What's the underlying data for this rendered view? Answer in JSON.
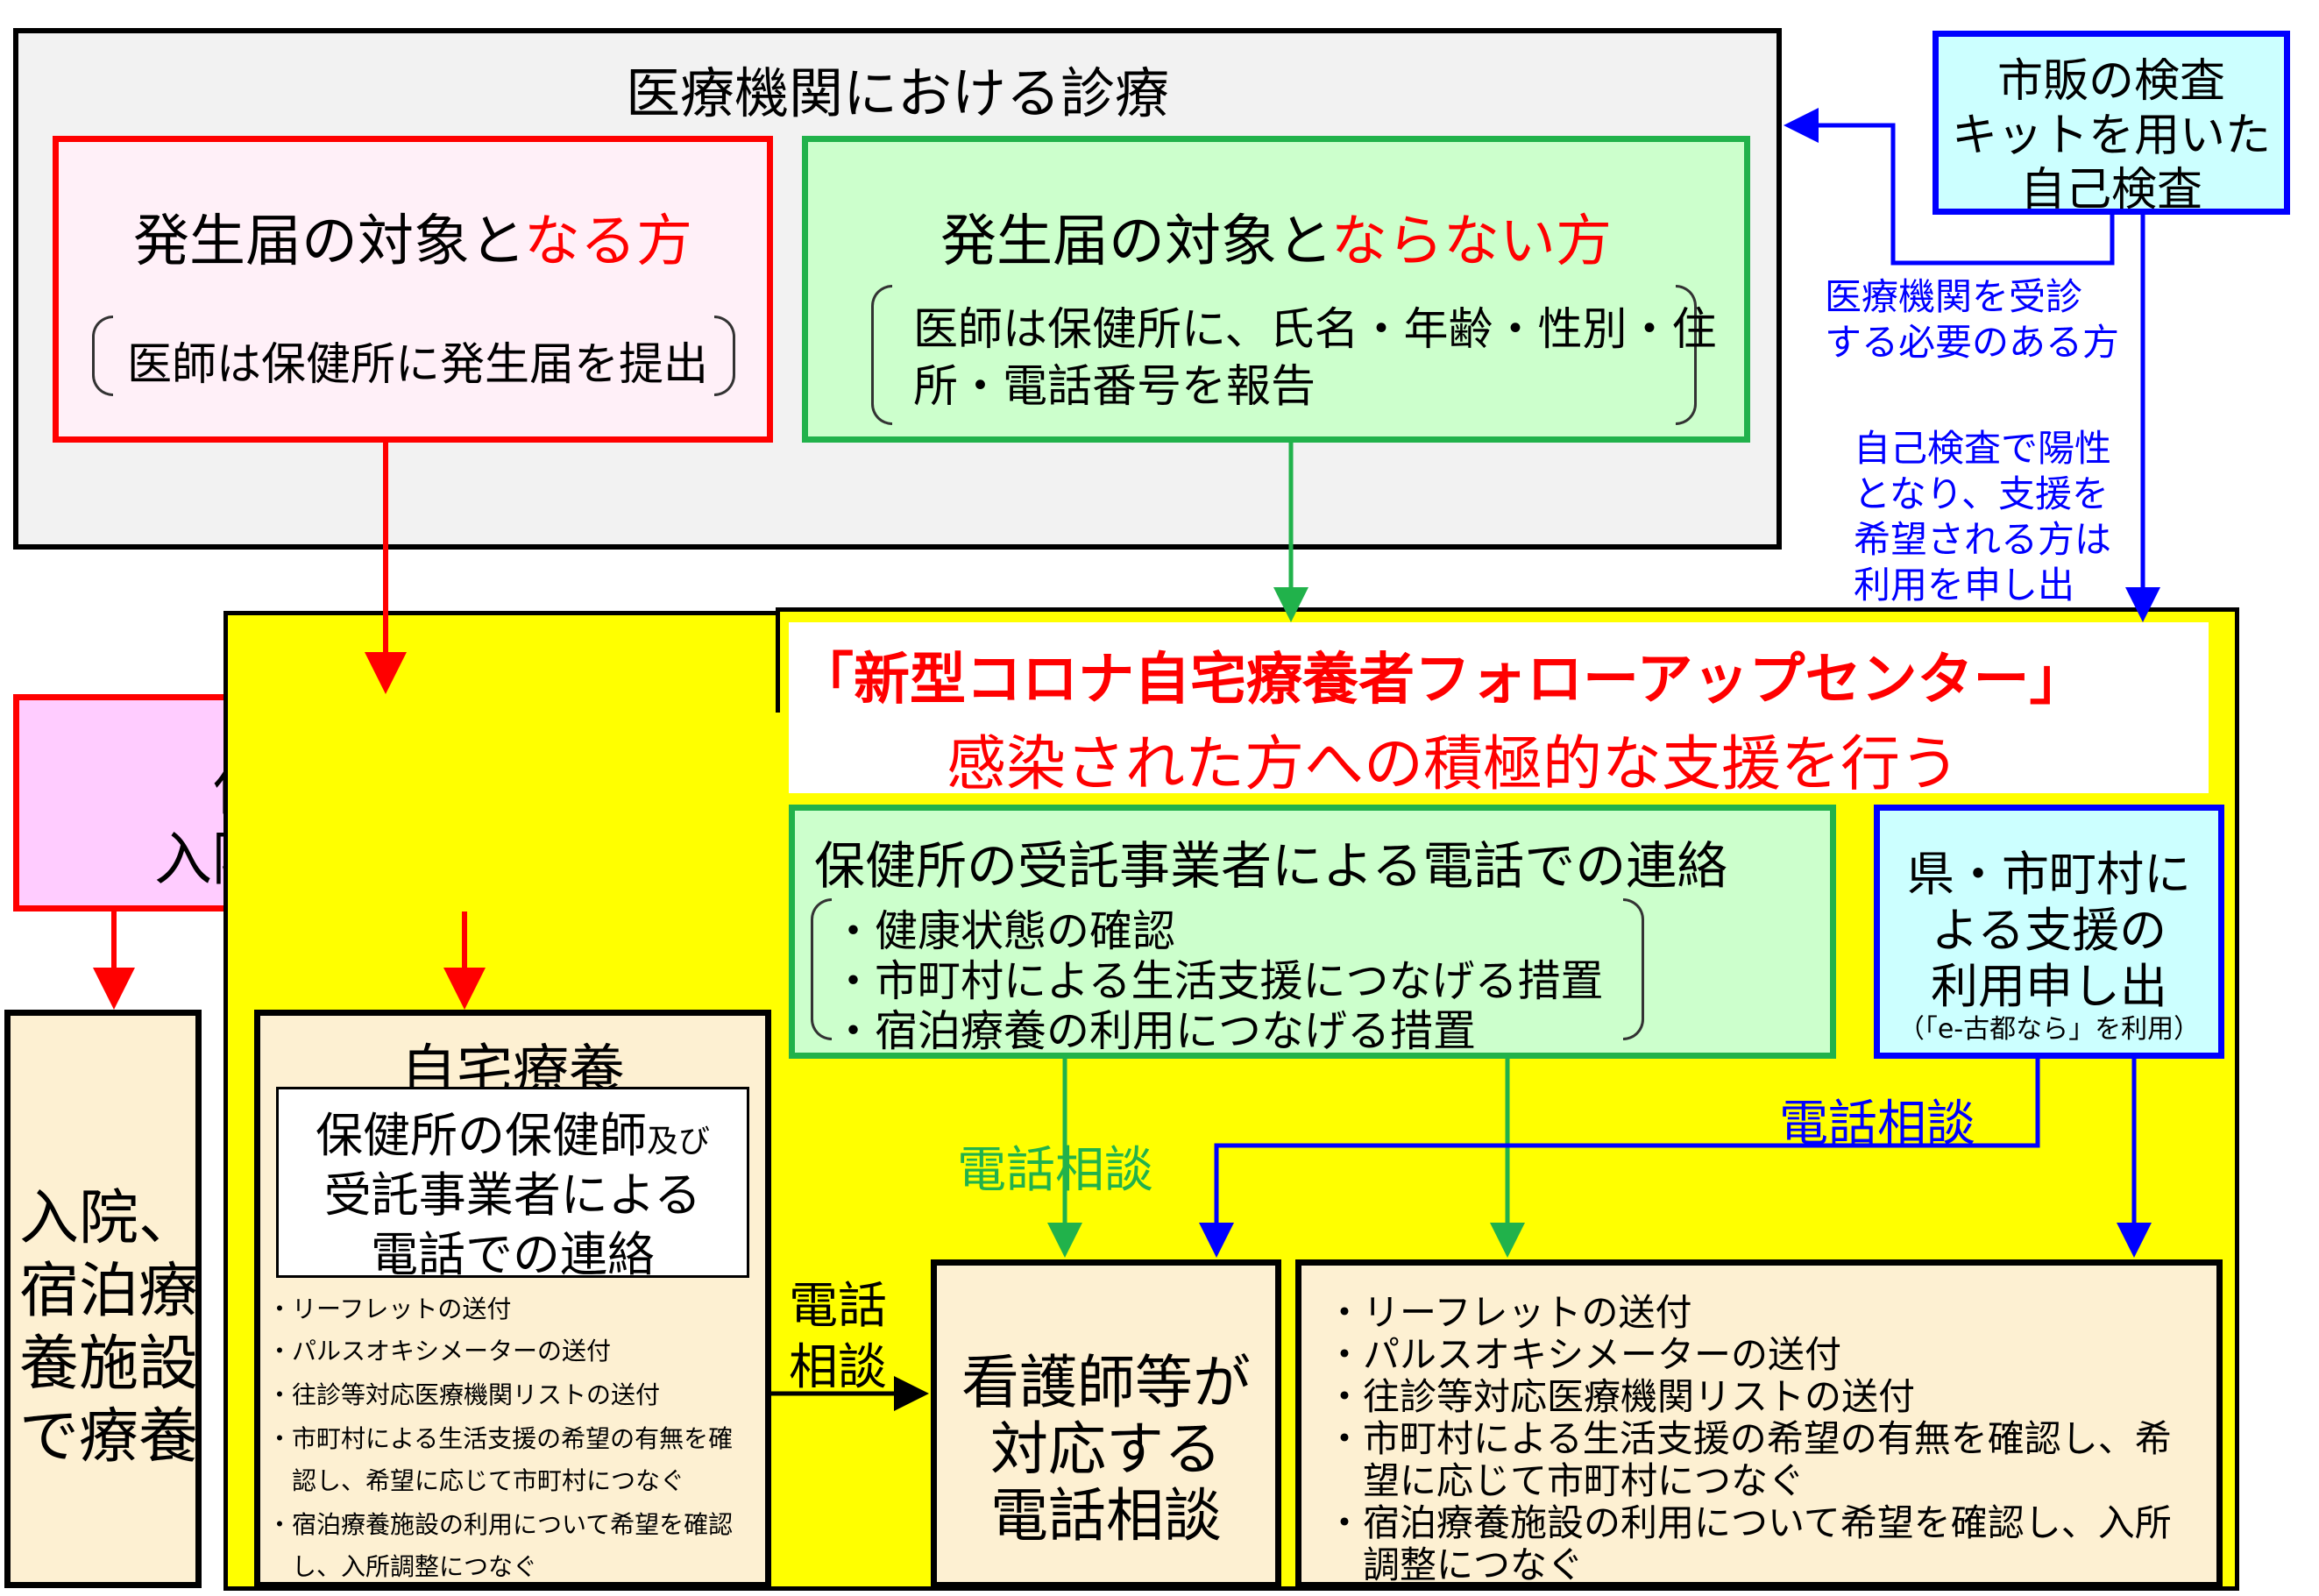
{
  "medical": {
    "title": "医療機関における診療",
    "notifiable": {
      "title_a": "発生届の対象と",
      "title_b": "なる方",
      "note": "医師は保健所に発生届を提出"
    },
    "non_notifiable": {
      "title_a": "発生届の対象と",
      "title_b": "ならない方",
      "note_1": "医師は保健所に、氏名・年齢・性別・住",
      "note_2": "所・電話番号を報告"
    }
  },
  "selftest": {
    "title_1": "市販の検査",
    "title_2": "キットを用いた",
    "title_3": "自己検査",
    "label_need_1": "医療機関を受診",
    "label_need_2": "する必要のある方",
    "label_positive_1": "自己検査で陽性",
    "label_positive_2": "となり、支援を",
    "label_positive_3": "希望される方は",
    "label_positive_4": "利用を申し出"
  },
  "hoken": {
    "line_1": "保健所による",
    "line_2": "入院・入所の調整"
  },
  "hospital": {
    "line_1": "入院、",
    "line_2": "宿泊療",
    "line_3": "養施設",
    "line_4": "で療養"
  },
  "home": {
    "title": "自宅療養",
    "inner_1a": "保健所の保健師",
    "inner_1b": "及び",
    "inner_2": "受託事業者による",
    "inner_3": "電話での連絡",
    "items": [
      "・リーフレットの送付",
      "・パルスオキシメーターの送付",
      "・往診等対応医療機関リストの送付",
      "・市町村による生活支援の希望の有無を確",
      "　認し、希望に応じて市町村につなぐ",
      "・宿泊療養施設の利用について希望を確認",
      "　し、入所調整につなぐ"
    ]
  },
  "center": {
    "title": "「新型コロナ自宅療養者フォローアップセンター」",
    "subtitle": "感染された方への積極的な支援を行う",
    "contractor": {
      "title": "保健所の受託事業者による電話での連絡",
      "items": [
        "・健康状態の確認",
        "・市町村による生活支援につなげる措置",
        "・宿泊療養の利用につなげる措置"
      ]
    },
    "municipal": {
      "line_1": "県・市町村に",
      "line_2": "よる支援の",
      "line_3": "利用申し出",
      "small": "（「e-古都なら」を利用）"
    },
    "phone_label_green": "電話相談",
    "phone_label_blue": "電話相談",
    "phone_label_left_1": "電話",
    "phone_label_left_2": "相談",
    "nurse": {
      "line_1": "看護師等が",
      "line_2": "対応する",
      "line_3": "電話相談"
    },
    "services": [
      "・リーフレットの送付",
      "・パルスオキシメーターの送付",
      "・往診等対応医療機関リストの送付",
      "・市町村による生活支援の希望の有無を確認し、希",
      "　望に応じて市町村につなぐ",
      "・宿泊療養施設の利用について希望を確認し、入所",
      "　調整につなぐ"
    ]
  },
  "colors": {
    "red": "#ff0000",
    "green": "#21b24b",
    "blue": "#0000ff",
    "yellow": "#ffff00",
    "cream": "#fdf0d2",
    "pink": "#ffccff",
    "lightgreen": "#ccffcc",
    "cyan": "#ccffff",
    "gray": "#f2f2f2"
  }
}
